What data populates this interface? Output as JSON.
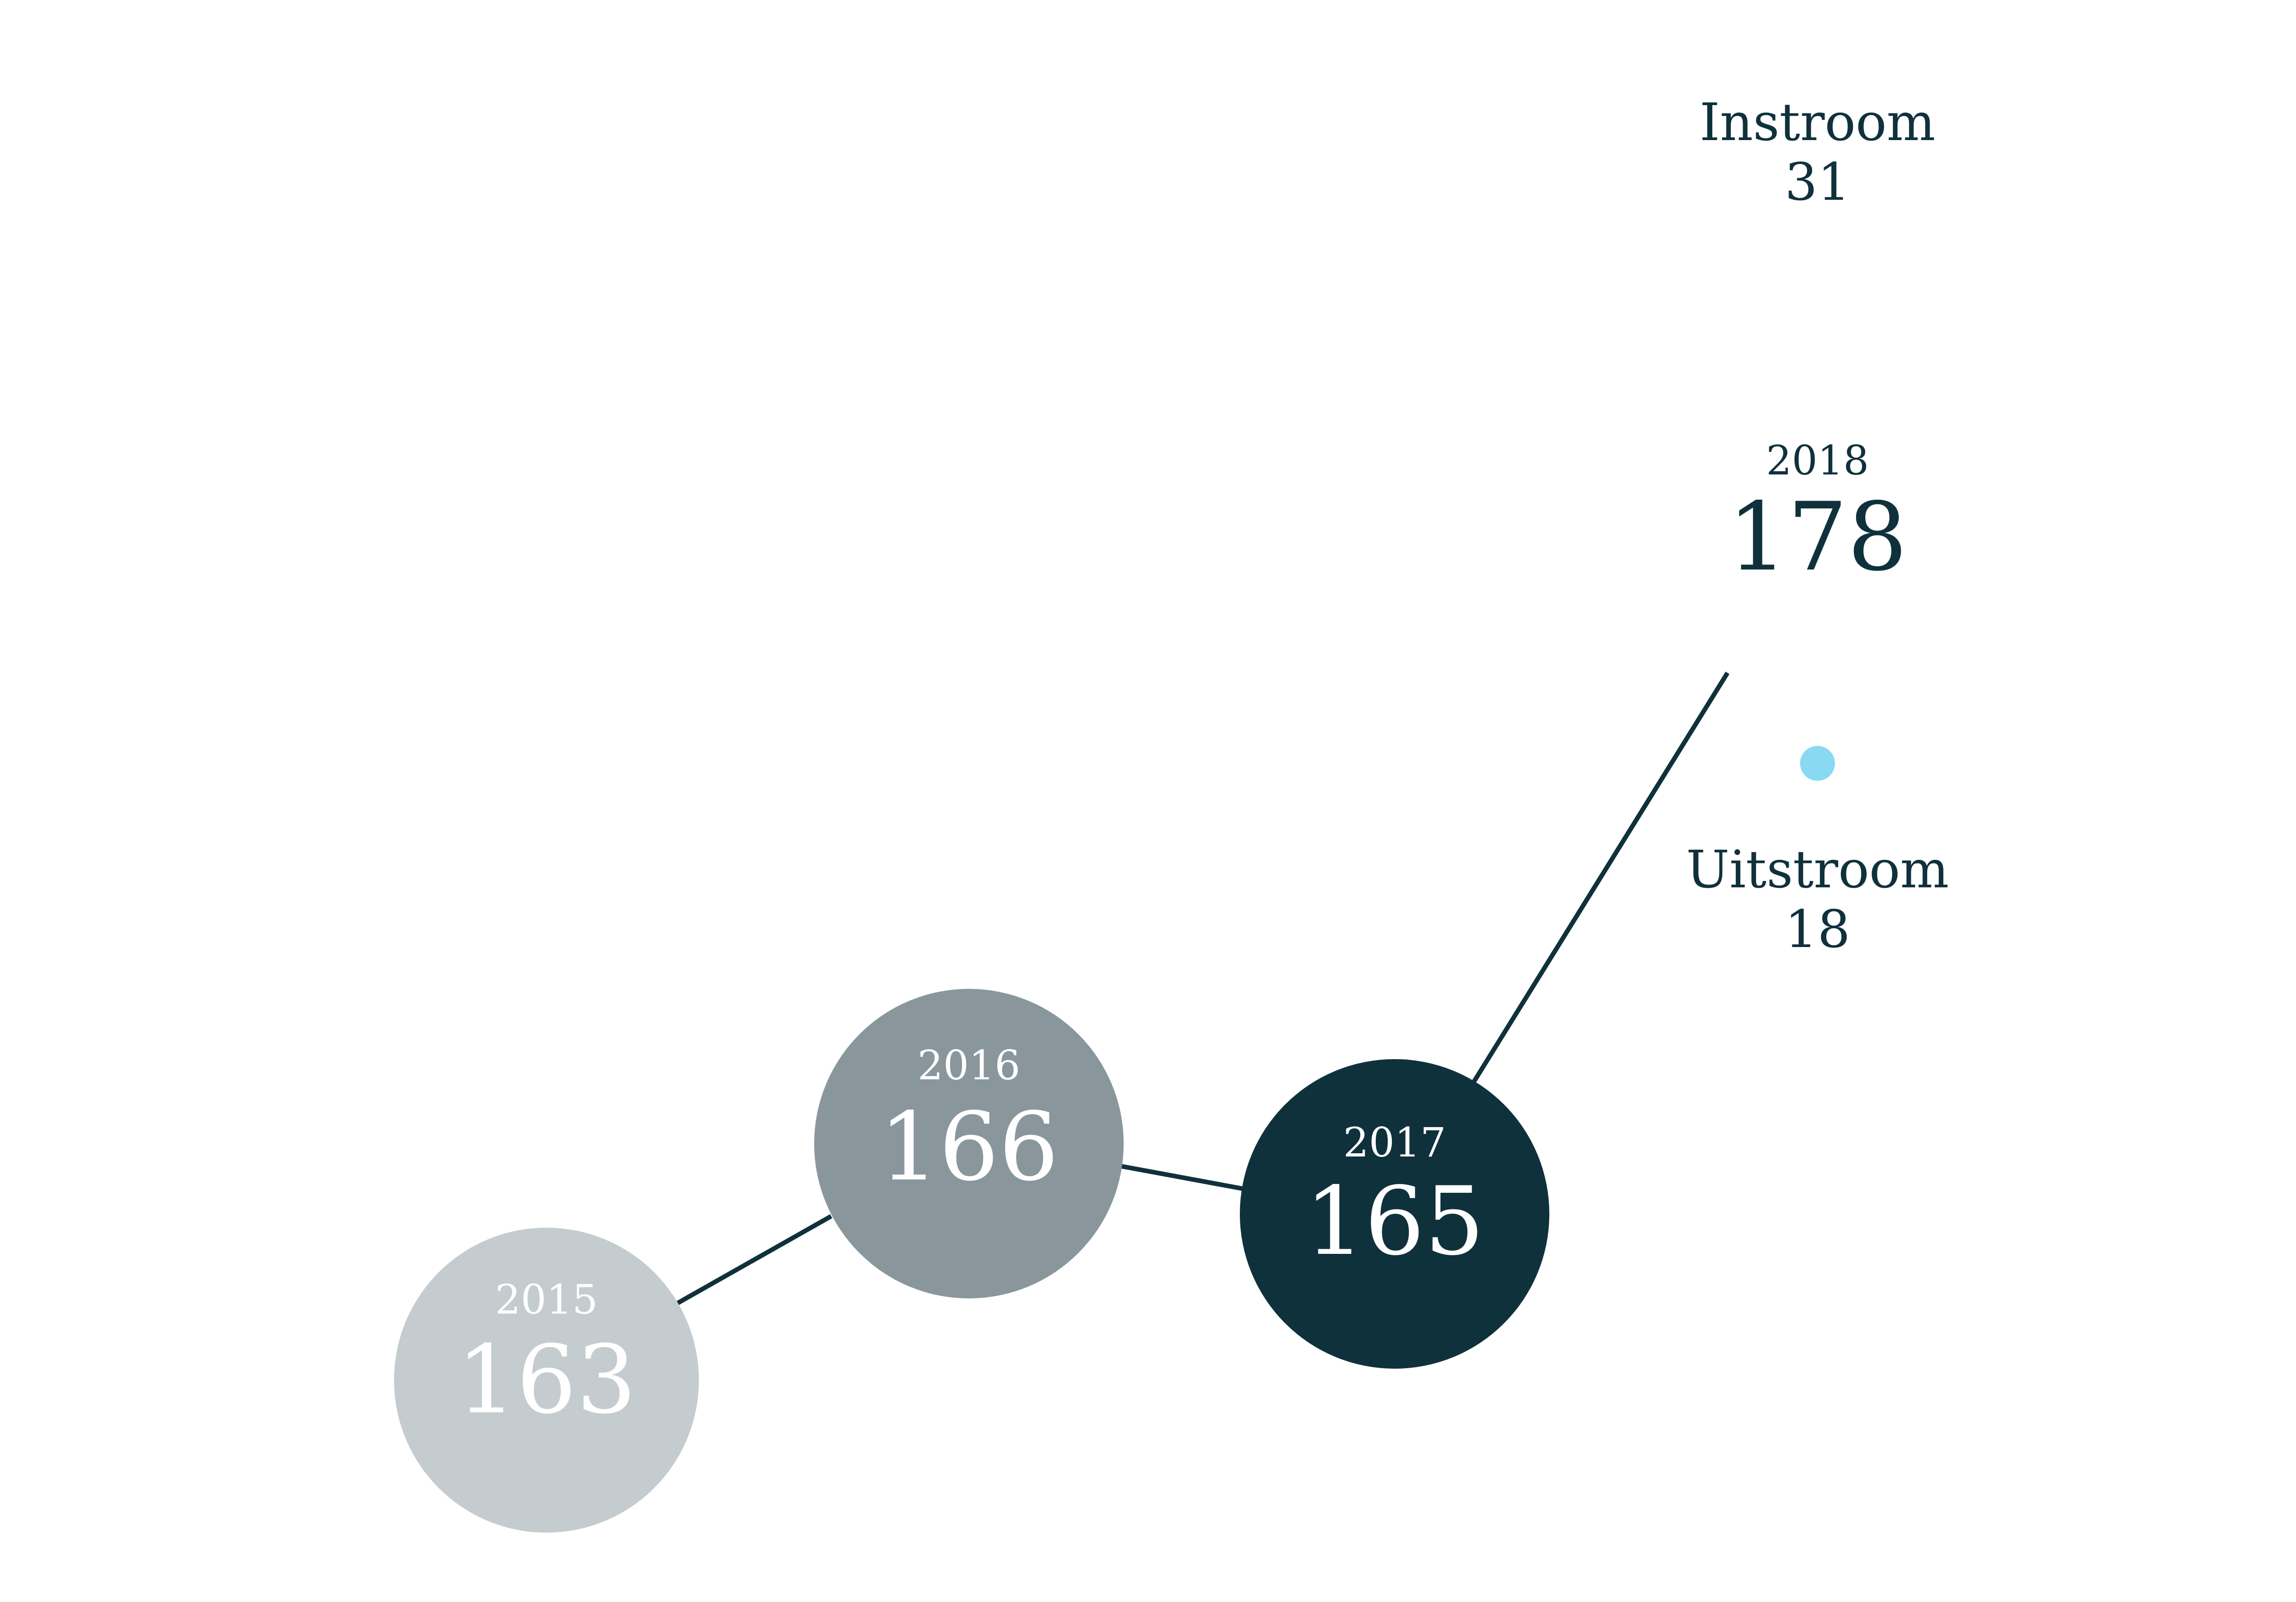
{
  "chart_data": {
    "type": "scatter",
    "title": "",
    "xlabel": "",
    "ylabel": "",
    "colors": {
      "line": "#0f313c",
      "text_dark": "#0f313c",
      "text_light": "#ffffff",
      "dot": "#89d9f3"
    },
    "points": [
      {
        "year": "2015",
        "value": "163",
        "fill": "#c4cccf"
      },
      {
        "year": "2016",
        "value": "166",
        "fill": "#89979d"
      },
      {
        "year": "2017",
        "value": "165",
        "fill": "#0f313c"
      },
      {
        "year": "2018",
        "value": "178",
        "fill": ""
      }
    ],
    "flows": {
      "inflow": {
        "label": "Instroom",
        "value": "31"
      },
      "outflow": {
        "label": "Uitstroom",
        "value": "18"
      }
    }
  }
}
